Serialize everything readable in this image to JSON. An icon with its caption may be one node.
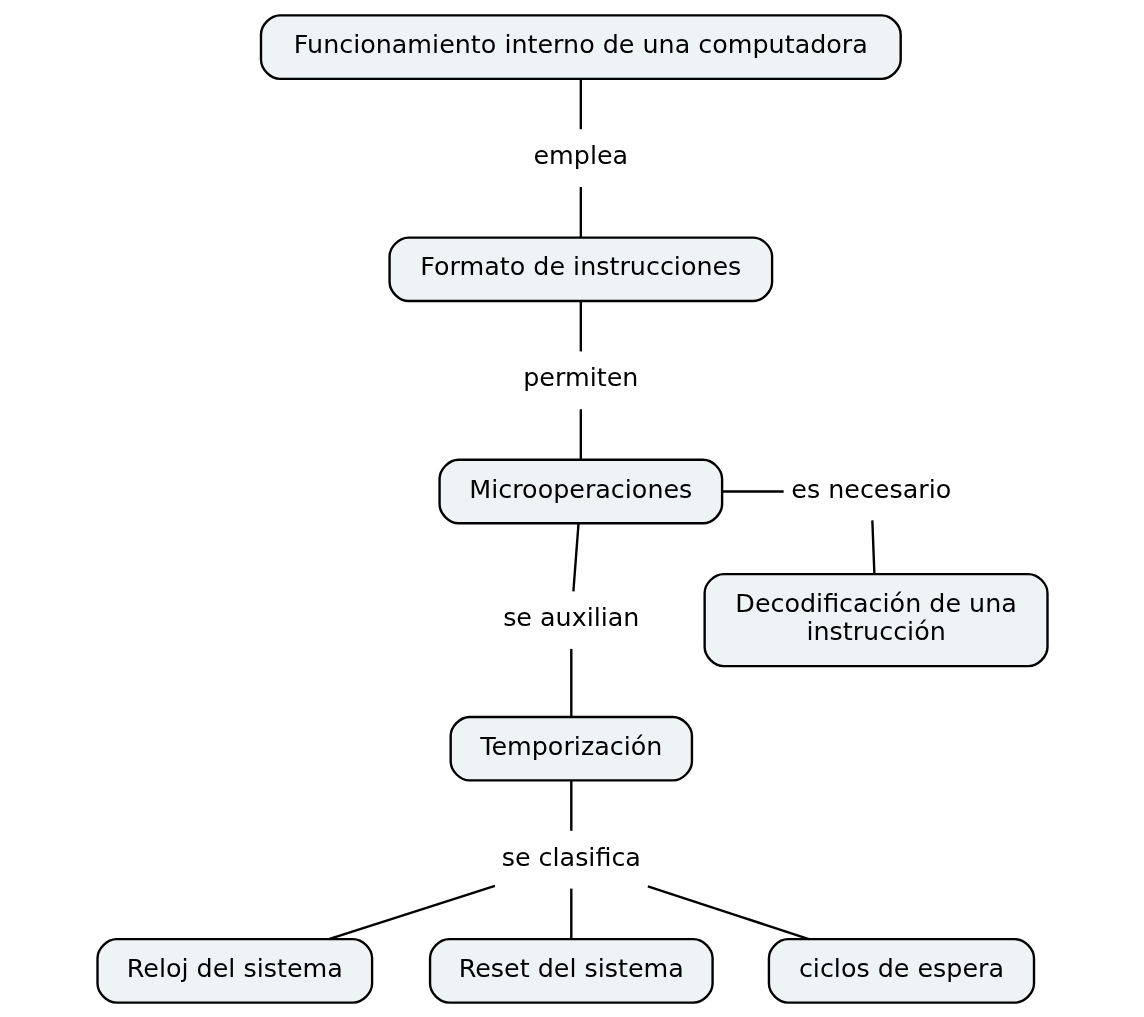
{
  "diagram": {
    "nodes": [
      {
        "text": [
          "Funcionamiento interno de una computadora"
        ]
      },
      {
        "text": [
          "emplea"
        ]
      },
      {
        "text": [
          "Formato de instrucciones"
        ]
      },
      {
        "text": [
          "permiten"
        ]
      },
      {
        "text": [
          "Microoperaciones"
        ]
      },
      {
        "text": [
          "es necesario"
        ]
      },
      {
        "text": [
          "se auxilian"
        ]
      },
      {
        "text": [
          "Temporización"
        ]
      },
      {
        "text": [
          "Decodificación de una instrucción"
        ]
      },
      {
        "text": [
          "se clasifica"
        ]
      },
      {
        "text": [
          "Reloj del sistema"
        ]
      },
      {
        "text": [
          "Reset del sistema"
        ]
      },
      {
        "text": [
          "ciclos de espera"
        ]
      }
    ],
    "edges": [
      {
        "from": 0,
        "to": 1,
        "arrow": "none"
      },
      {
        "from": 1,
        "to": 2,
        "arrow": "none"
      },
      {
        "from": 2,
        "to": 3,
        "arrow": "none"
      },
      {
        "from": 3,
        "to": 4,
        "arrow": "none"
      },
      {
        "from": 4,
        "to": 5,
        "arrow": "none"
      },
      {
        "from": 5,
        "to": 8,
        "arrow": "none"
      },
      {
        "from": 4,
        "to": 6,
        "arrow": "none"
      },
      {
        "from": 6,
        "to": 7,
        "arrow": "none"
      },
      {
        "from": 7,
        "to": 9,
        "arrow": "none"
      },
      {
        "from": 9,
        "to": 10,
        "arrow": "none"
      },
      {
        "from": 9,
        "to": 11,
        "arrow": "none"
      },
      {
        "from": 9,
        "to": 12,
        "arrow": "none"
      }
    ]
  }
}
